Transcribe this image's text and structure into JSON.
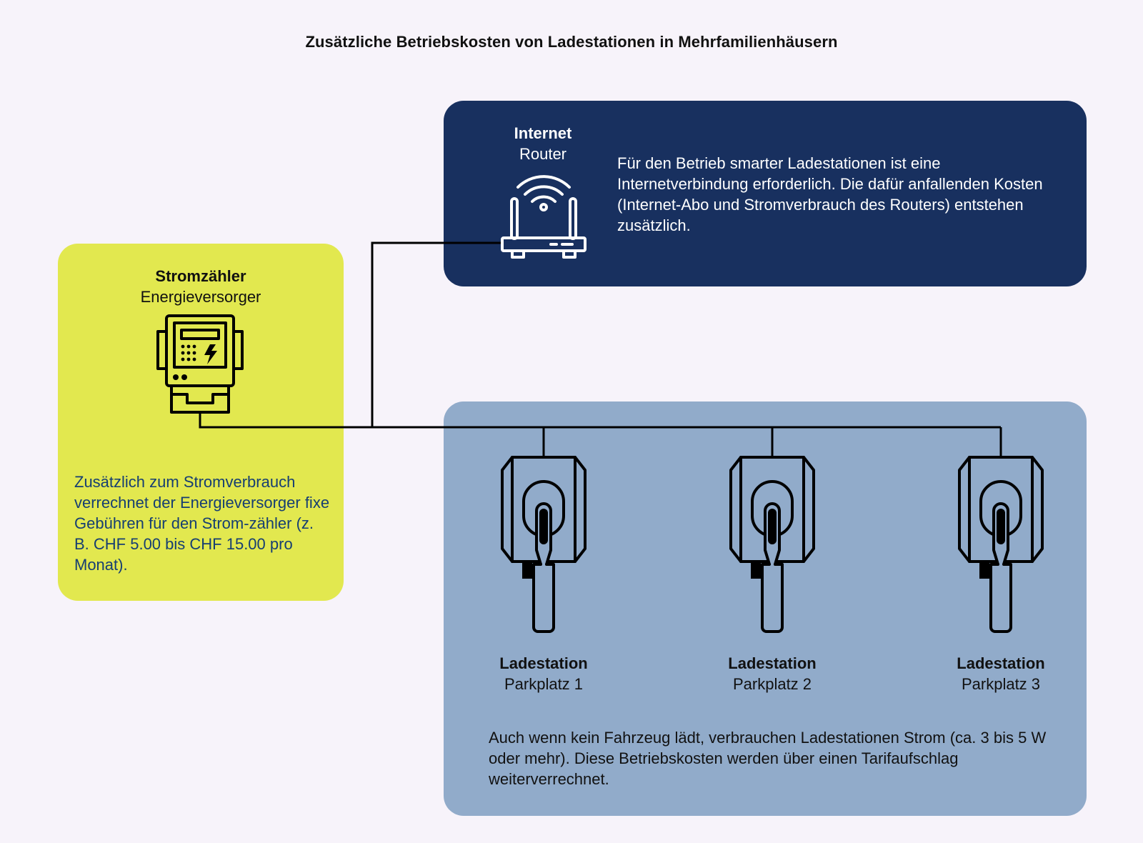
{
  "title": "Zusätzliche Betriebskosten von Ladestationen in Mehrfamilienhäusern",
  "colors": {
    "background": "#f7f3fa",
    "meter_box": "#e2e84f",
    "router_box": "#18305f",
    "stations_box": "#91abca",
    "meter_text": "#163e72",
    "line": "#000000"
  },
  "meter": {
    "title": "Stromzähler",
    "subtitle": "Energieversorger",
    "icon": "electricity-meter-icon",
    "description": "Zusätzlich zum Stromverbrauch verrechnet der Energieversorger fixe Gebühren für den Strom-zähler (z. B. CHF 5.00 bis CHF 15.00 pro Monat)."
  },
  "router": {
    "title": "Internet",
    "subtitle": "Router",
    "icon": "wifi-router-icon",
    "description": "Für den Betrieb smarter Ladestationen ist eine Internetverbindung erforderlich. Die dafür anfallenden Kosten (Internet-Abo und Stromverbrauch des Routers) entstehen zusätzlich."
  },
  "stations": {
    "icon": "ev-charger-icon",
    "items": [
      {
        "title": "Ladestation",
        "subtitle": "Parkplatz 1"
      },
      {
        "title": "Ladestation",
        "subtitle": "Parkplatz 2"
      },
      {
        "title": "Ladestation",
        "subtitle": "Parkplatz 3"
      }
    ],
    "description": "Auch wenn kein Fahrzeug lädt, verbrauchen Ladestationen Strom (ca. 3 bis 5 W oder mehr). Diese Betriebskosten werden über einen Tarifaufschlag weiterverrechnet."
  }
}
